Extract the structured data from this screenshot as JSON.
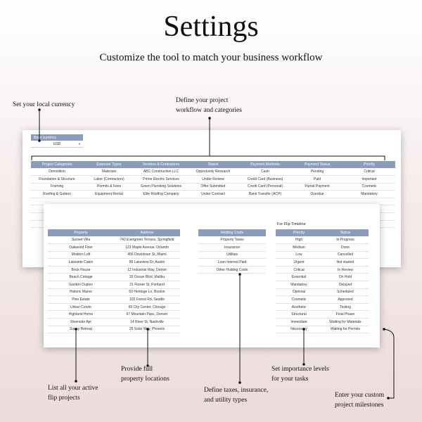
{
  "header": {
    "title": "Settings",
    "subtitle": "Customize the tool to match your business workflow"
  },
  "annotations": {
    "currency": "Set your local currency",
    "workflow_1": "Define your project",
    "workflow_2": "workflow and categories",
    "projects_1": "List all your active",
    "projects_2": "flip projects",
    "locations_1": "Provide full",
    "locations_2": "property locations",
    "holding_1": "Define taxes, insurance,",
    "holding_2": "and utility types",
    "priority_1": "Set importance levels",
    "priority_2": "for your tasks",
    "milestones_1": "Enter your custom",
    "milestones_2": "project milestones"
  },
  "base_currency": {
    "label": "Base currency",
    "value": "USD"
  },
  "categories_table": {
    "headers": [
      "Project Categories",
      "Expense Types",
      "Vendors & Contractors",
      "Status",
      "Payment Methods",
      "Payment Status",
      "Priority"
    ],
    "rows": [
      [
        "Demolition",
        "Materials",
        "ABC Construction LLC",
        "Opportunity Research",
        "Cash",
        "Pending",
        "Critical"
      ],
      [
        "Foundation & Structure",
        "Labor (Contractors)",
        "Prime Electric Services",
        "Under Review",
        "Credit Card (Business)",
        "Paid",
        "Important"
      ],
      [
        "Framing",
        "Permits & Fees",
        "Green Plumbing Solutions",
        "Offer Submitted",
        "Credit Card (Personal)",
        "Partial Payment",
        "Cosmetic"
      ],
      [
        "Roofing & Gutters",
        "Equipment Rental",
        "Elite Roofing Company",
        "Under Contract",
        "Bank Transfer (ACH)",
        "Overdue",
        "Mandatory"
      ],
      [
        "",
        "",
        "",
        "",
        "",
        "",
        ""
      ],
      [
        "",
        "",
        "",
        "",
        "",
        "",
        ""
      ],
      [
        "",
        "",
        "",
        "",
        "",
        "",
        ""
      ],
      [
        "",
        "",
        "",
        "",
        "",
        "",
        ""
      ]
    ]
  },
  "properties_table": {
    "headers": [
      "Property",
      "Address"
    ],
    "rows": [
      [
        "Sunset Villa",
        "742 Evergreen Terrace, Springfield"
      ],
      [
        "Oakwood Fixer",
        "123 Maple Avenue, Orlando"
      ],
      [
        "Modern Loft",
        "456 Downtown St, Miami"
      ],
      [
        "Lakeside Cabin",
        "89 Lakeview Dr, Austin"
      ],
      [
        "Brick House",
        "12 Industrial Way, Detroit"
      ],
      [
        "Beach Cottage",
        "33 Ocean Blvd, Malibu"
      ],
      [
        "Garden Duplex",
        "21 Flower St, Portland"
      ],
      [
        "Historic Manor",
        "50 Heritage Ln, Boston"
      ],
      [
        "Pine Estate",
        "102 Forest Rd, Seattle"
      ],
      [
        "Urban Condo",
        "99 City Center, Chicago"
      ],
      [
        "Highland Home",
        "67 Mountain Pass, Denver"
      ],
      [
        "Riverside Apt",
        "14 River St, Nashville"
      ],
      [
        "Sunny Retreat",
        "25 Solar Way, Phoenix"
      ]
    ]
  },
  "holding_table": {
    "headers": [
      "Holding Costs"
    ],
    "rows": [
      [
        "Property Taxes"
      ],
      [
        "Insurance"
      ],
      [
        "Utilities"
      ],
      [
        "Loan Interest Paid"
      ],
      [
        "Other Holding Costs"
      ]
    ]
  },
  "flip_timeline": {
    "label": "For Flip Timeline",
    "headers": [
      "Priority",
      "Status"
    ],
    "rows": [
      [
        "High",
        "In Progress"
      ],
      [
        "Medium",
        "Done"
      ],
      [
        "Low",
        "Cancelled"
      ],
      [
        "Urgent",
        "Not started"
      ],
      [
        "Critical",
        "In Review"
      ],
      [
        "Essential",
        "On Hold"
      ],
      [
        "Mandatory",
        "Delayed"
      ],
      [
        "Optional",
        "Scheduled"
      ],
      [
        "Cosmetic",
        "Approved"
      ],
      [
        "Aesthetic",
        "Testing"
      ],
      [
        "Structural",
        "Final Phase"
      ],
      [
        "Immediate",
        "Waiting for Materials"
      ],
      [
        "Necessary",
        "Waiting for Permits"
      ]
    ]
  },
  "colors": {
    "header_blue": "#8b9dbf",
    "background_top": "#ffffff",
    "background_bottom": "#ecdcdb"
  }
}
